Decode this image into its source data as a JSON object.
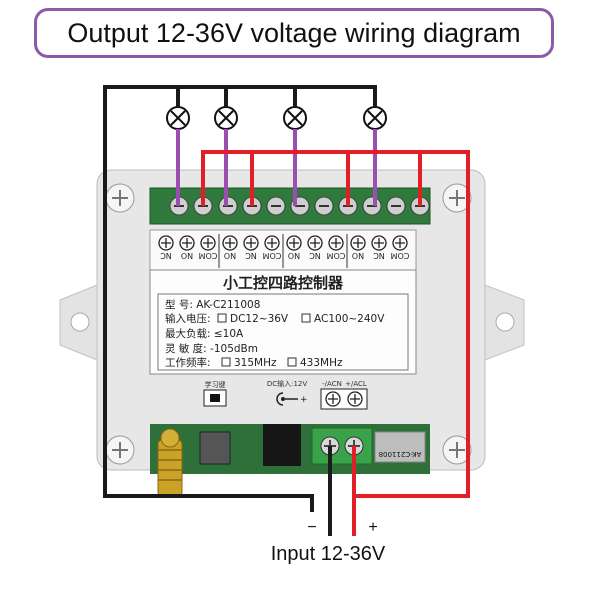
{
  "title": "Output 12-36V voltage wiring diagram",
  "relay_terminals": [
    "NC",
    "NO",
    "COM",
    "NO",
    "NC",
    "COM",
    "NO",
    "NC",
    "COM",
    "NO",
    "NC",
    "COM"
  ],
  "device": {
    "name": "小工控四路控制器",
    "model": "型    号: AK-C211008",
    "input_voltage_label": "输入电压:",
    "dc_option": "DC12~36V",
    "ac_option": "AC100~240V",
    "max_load": "最大负载: ≤10A",
    "sensitivity": "灵 敏 度: -105dBm",
    "frequency_label": "工作频率:",
    "freq_315": "315MHz",
    "freq_433": "433MHz",
    "learn_key": "学习键",
    "dc_input": "DC输入:12V",
    "acn_label": "-/ACN",
    "acl_label": "+/ACL",
    "pcb_text": "AK-C211008"
  },
  "input": {
    "minus": "−",
    "plus": "+",
    "label": "Input 12-36V"
  },
  "colors": {
    "wire_black": "#1a1a1a",
    "wire_red": "#e01f26",
    "wire_purple": "#9a4fb0",
    "terminal_green": "#2f7a3c",
    "title_border": "#8c5aa8"
  }
}
